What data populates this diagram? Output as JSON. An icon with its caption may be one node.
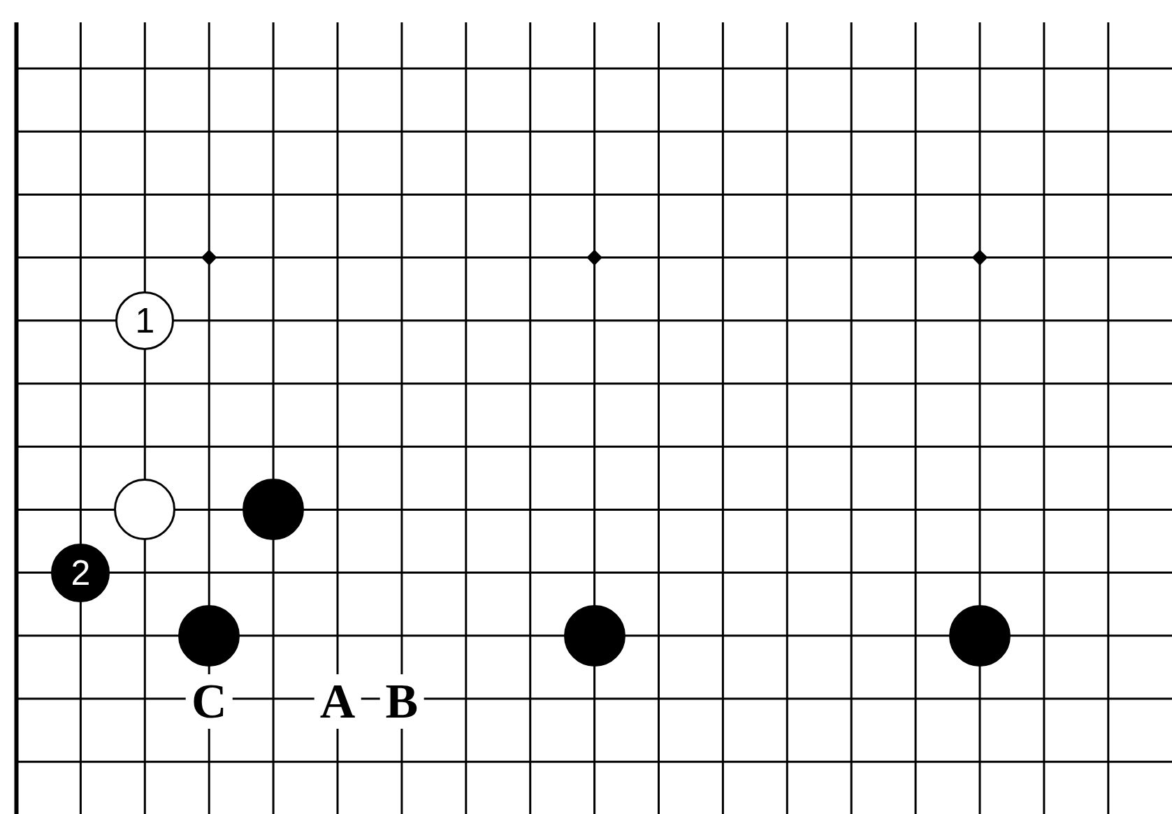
{
  "diagram": {
    "nodes": [
      {
        "text": [
          "1"
        ]
      },
      {
        "text": [],
        "shape": "circle"
      },
      {
        "text": [],
        "shape": "circle"
      },
      {
        "text": [
          "2"
        ]
      },
      {
        "text": [],
        "shape": "circle"
      },
      {
        "text": [],
        "shape": "circle"
      },
      {
        "text": [],
        "shape": "circle"
      }
    ],
    "labels": [
      "C",
      "A",
      "B"
    ]
  }
}
